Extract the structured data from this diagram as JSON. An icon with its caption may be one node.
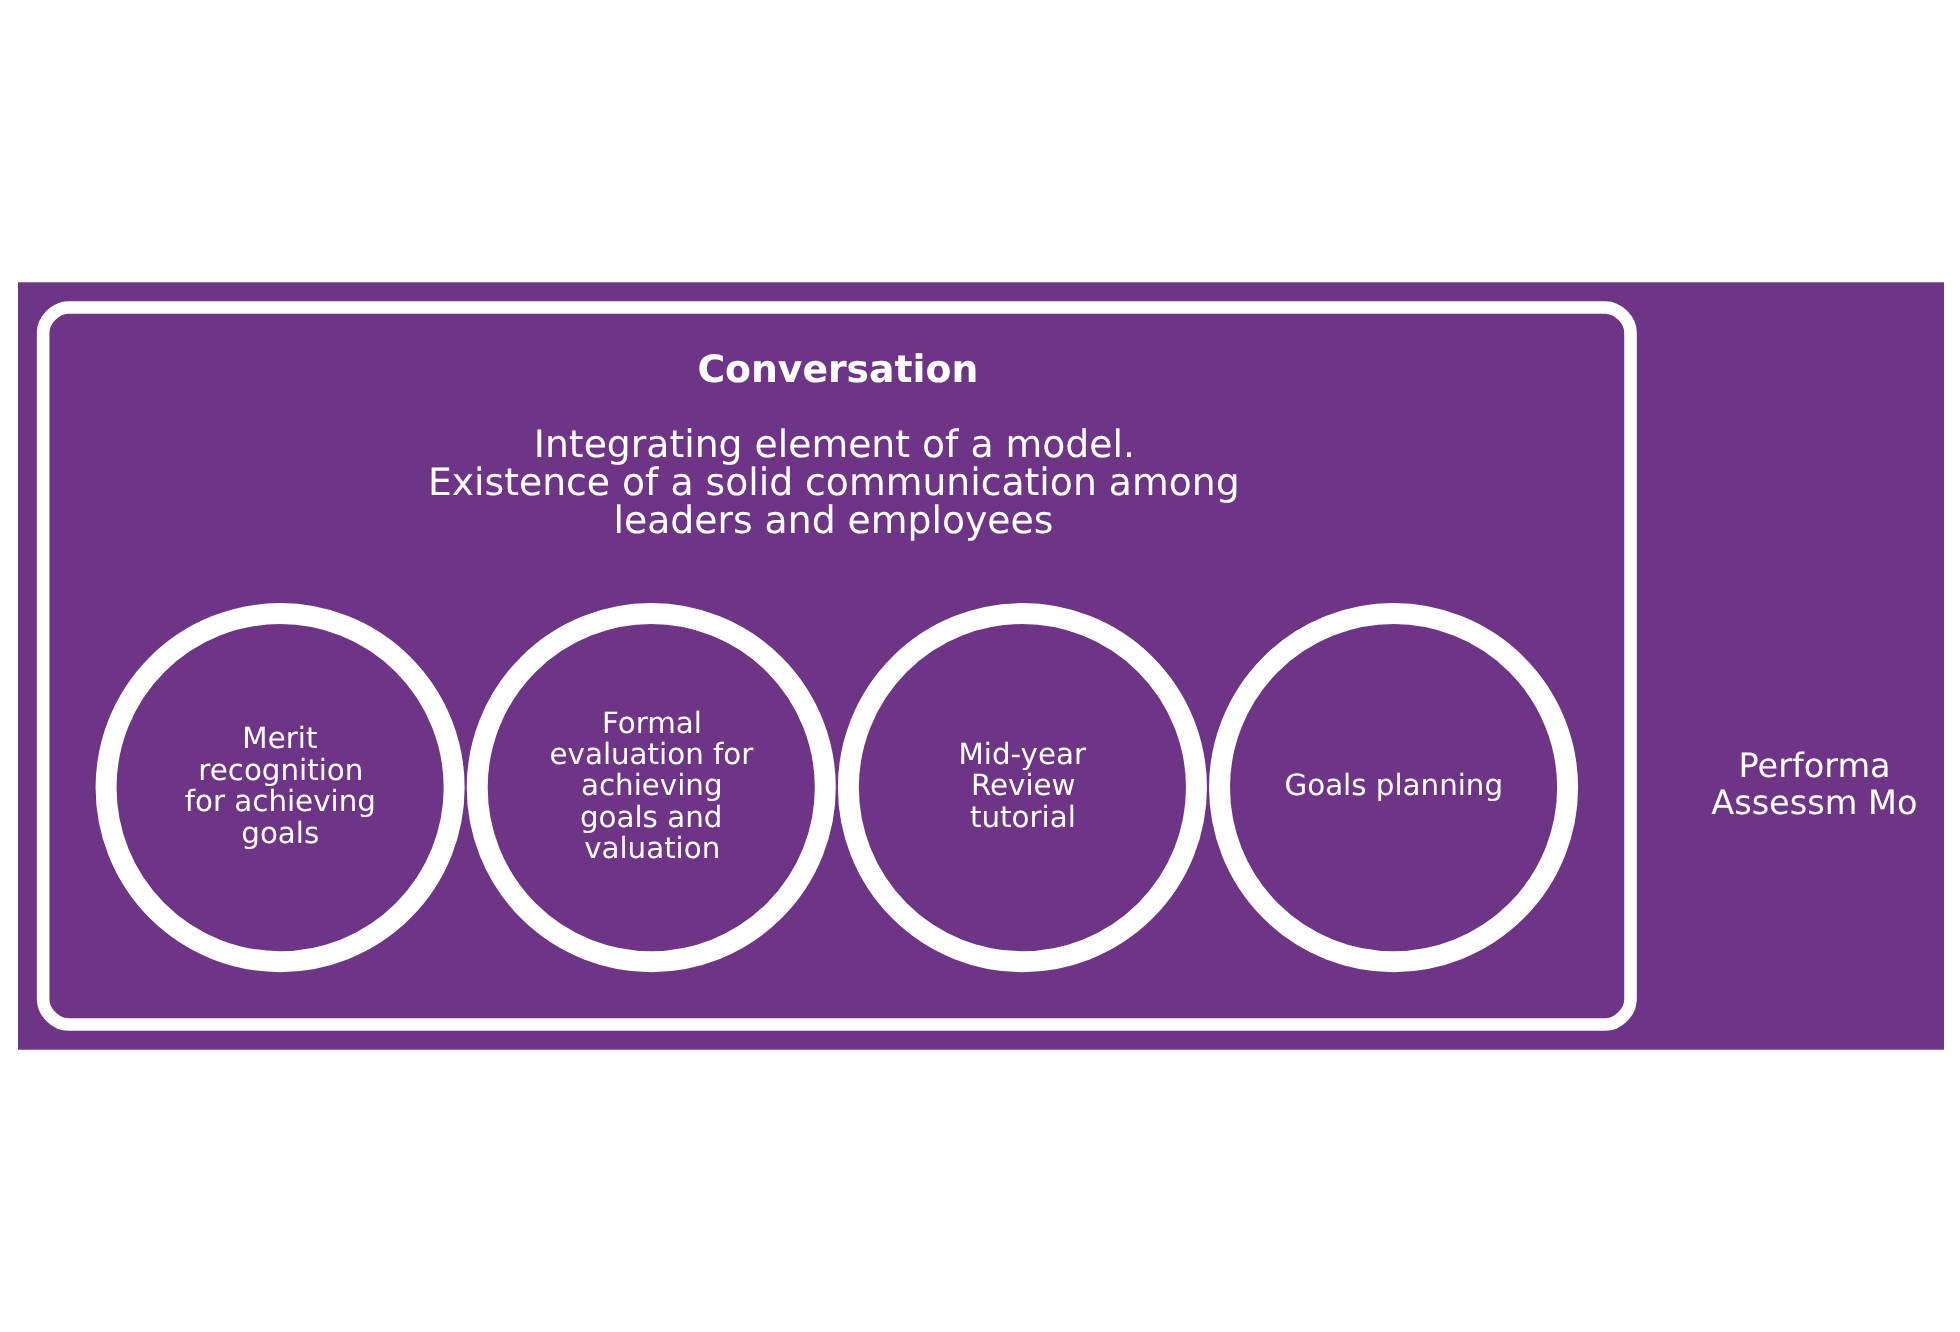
{
  "diagram": {
    "nodes": [
      {
        "text": [
          "Conversation",
          "Integrating element of a model. Existence of a solid communication among leaders and employees"
        ]
      },
      {
        "text": [
          "Goals planning"
        ],
        "in": 0
      },
      {
        "text": [
          "Mid-year Review tutorial"
        ],
        "in": 0
      },
      {
        "text": [
          "Formal evaluation for achieving goals and valuation"
        ],
        "in": 0
      },
      {
        "text": [
          "Merit recognition for achieving goals"
        ],
        "in": 0
      }
    ],
    "labels": [
      "Performa Assessm Mo"
    ]
  }
}
